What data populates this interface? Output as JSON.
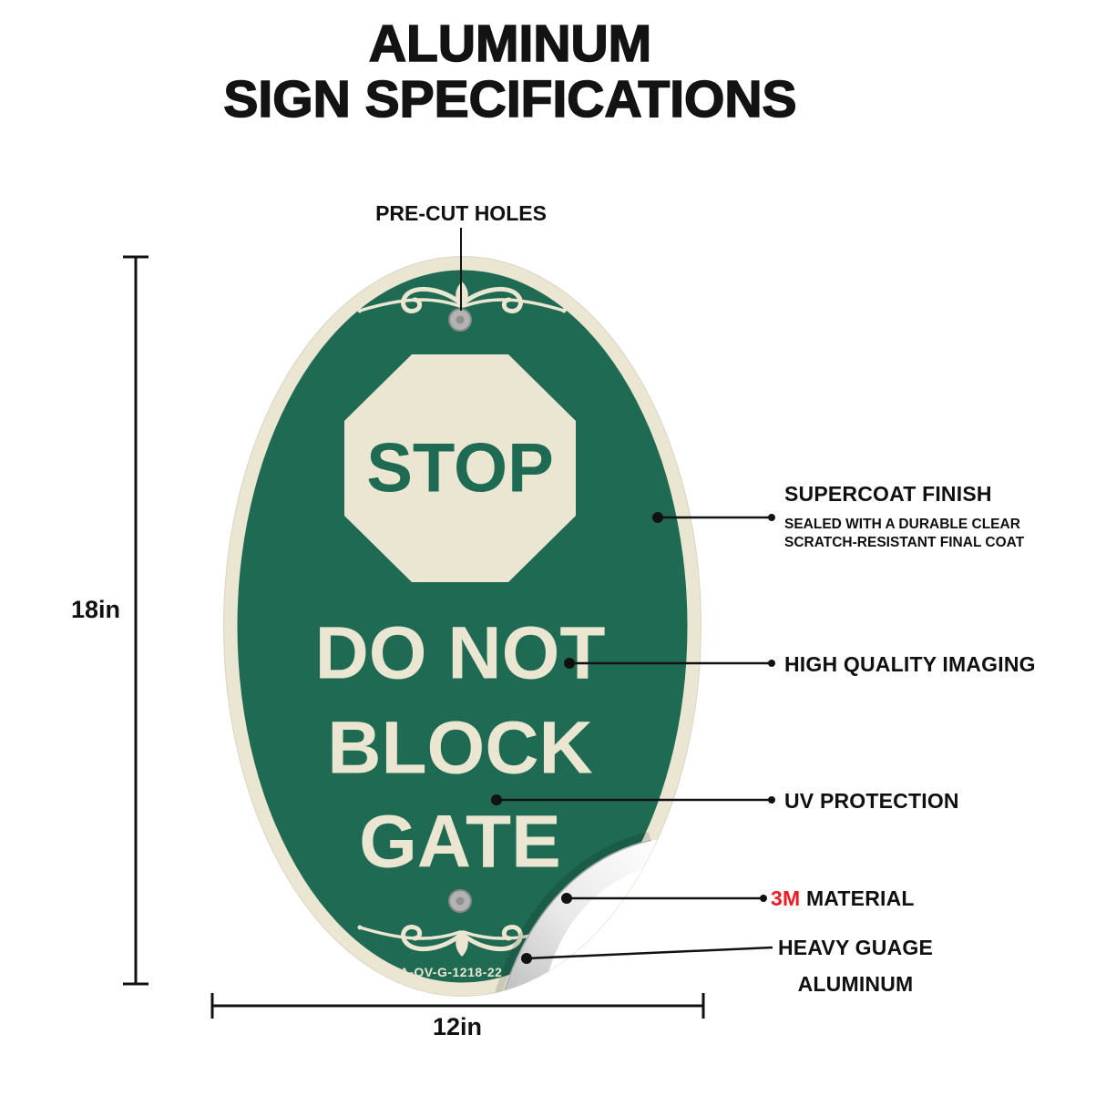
{
  "title": {
    "line1": "ALUMINUM",
    "line2": "SIGN SPECIFICATIONS"
  },
  "sign": {
    "stop_text": "STOP",
    "message_lines": [
      "DO NOT",
      "BLOCK",
      "GATE"
    ],
    "sku": "A-OV-G-1218-22",
    "colors": {
      "green": "#1E6A52",
      "cream": "#EBE6D2"
    }
  },
  "dimensions": {
    "height": "18in",
    "width": "12in"
  },
  "callouts": {
    "precut_holes": "PRE-CUT HOLES",
    "supercoat": {
      "title": "SUPERCOAT FINISH",
      "sub_line1": "SEALED WITH A DURABLE CLEAR",
      "sub_line2": "SCRATCH-RESISTANT FINAL COAT"
    },
    "imaging": "HIGH QUALITY IMAGING",
    "uv": "UV PROTECTION",
    "material": {
      "brand": "3M",
      "label": "MATERIAL",
      "brand_color": "#ED1C24"
    },
    "aluminum": {
      "line1": "HEAVY GUAGE",
      "line2": "ALUMINUM"
    }
  }
}
